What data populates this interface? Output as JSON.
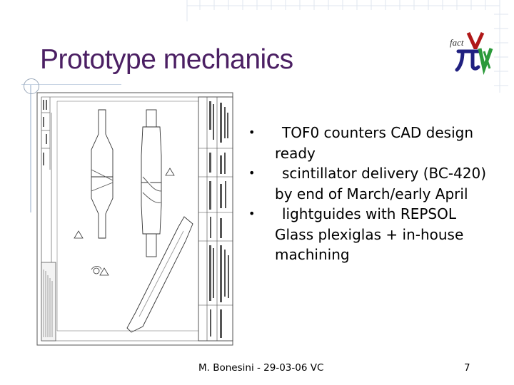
{
  "slide": {
    "title": "Prototype mechanics",
    "bullets": [
      {
        "text": "TOF0 counters CAD design ready"
      },
      {
        "text": "scintillator delivery (BC-420) by end of March/early April"
      },
      {
        "text": "lightguides with REPSOL Glass plexiglas + in-house machining"
      }
    ],
    "footer": "M. Bonesini - 29-03-06 VC",
    "page_number": "7",
    "logo_text": "fact",
    "title_color": "#4b1f63",
    "icons": [
      "fact-logo",
      "cad-drawing",
      "bullet-dot"
    ]
  }
}
